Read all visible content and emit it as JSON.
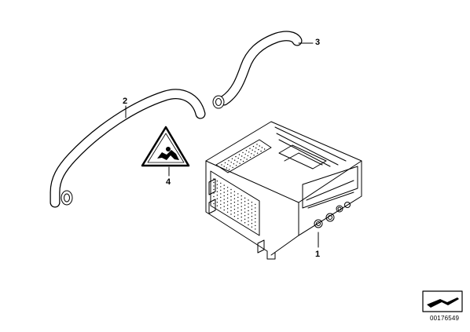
{
  "diagram": {
    "parts": [
      {
        "number": "1",
        "name": "radio-unit"
      },
      {
        "number": "2",
        "name": "hose-long"
      },
      {
        "number": "3",
        "name": "hose-short"
      },
      {
        "number": "4",
        "name": "warning-label"
      }
    ],
    "document_number": "00176549",
    "logo_icon": "bmw-diagram-logo-icon",
    "stroke_color": "#000000",
    "fill_color": "#ffffff"
  }
}
